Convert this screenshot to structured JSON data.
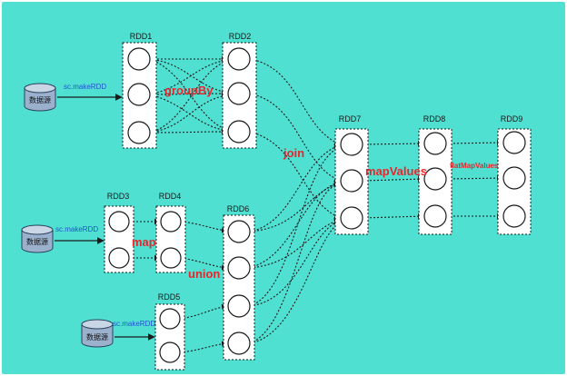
{
  "colors": {
    "canvas": "#4fe0d2",
    "box_fill": "#ffffff",
    "node_stroke": "#1a1a1a",
    "edge": "#1a1a1a",
    "operation_text": "#e8262b",
    "source_text": "#2255cc",
    "database_fill": "#9ab0cc"
  },
  "diagram": {
    "data_sources": [
      {
        "id": "src1",
        "label": "数据源",
        "action": "sc.makeRDD"
      },
      {
        "id": "src2",
        "label": "数据源",
        "action": "sc.makeRDD"
      },
      {
        "id": "src3",
        "label": "数据源",
        "action": "sc.makeRDD"
      }
    ],
    "rdds": [
      {
        "id": "rdd1",
        "label": "RDD1",
        "partitions": 3
      },
      {
        "id": "rdd2",
        "label": "RDD2",
        "partitions": 3
      },
      {
        "id": "rdd3",
        "label": "RDD3",
        "partitions": 2
      },
      {
        "id": "rdd4",
        "label": "RDD4",
        "partitions": 2
      },
      {
        "id": "rdd5",
        "label": "RDD5",
        "partitions": 2
      },
      {
        "id": "rdd6",
        "label": "RDD6",
        "partitions": 4
      },
      {
        "id": "rdd7",
        "label": "RDD7",
        "partitions": 3
      },
      {
        "id": "rdd8",
        "label": "RDD8",
        "partitions": 3
      },
      {
        "id": "rdd9",
        "label": "RDD9",
        "partitions": 3
      }
    ],
    "operations": [
      {
        "id": "groupby",
        "label": "groupBy"
      },
      {
        "id": "map",
        "label": "map"
      },
      {
        "id": "union",
        "label": "union"
      },
      {
        "id": "join",
        "label": "join"
      },
      {
        "id": "mapvalues",
        "label": "mapValues"
      },
      {
        "id": "flatmapvalues",
        "label": "flatMapValues"
      }
    ]
  }
}
